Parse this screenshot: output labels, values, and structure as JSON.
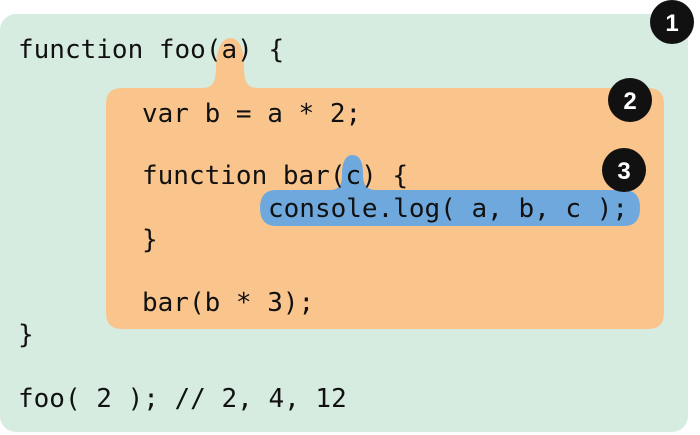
{
  "colors": {
    "scope1": "#d6ece0",
    "scope2": "#f9c58d",
    "scope3": "#6fa8dc",
    "badge": "#111111",
    "badge_text": "#ffffff",
    "code_text": "#111111"
  },
  "scopes": [
    {
      "id": "1",
      "badge_label": "1"
    },
    {
      "id": "2",
      "badge_label": "2"
    },
    {
      "id": "3",
      "badge_label": "3"
    }
  ],
  "code": {
    "line1_prefix": "function foo(",
    "line1_param": "a",
    "line1_suffix": ") {",
    "line2": "var b = a * 2;",
    "line3_prefix": "function bar(",
    "line3_param": "c",
    "line3_suffix": ") {",
    "line4": "console.log( a, b, c );",
    "line5": "}",
    "line6": "bar(b * 3);",
    "line7": "}",
    "line8": "foo( 2 ); // 2, 4, 12"
  }
}
